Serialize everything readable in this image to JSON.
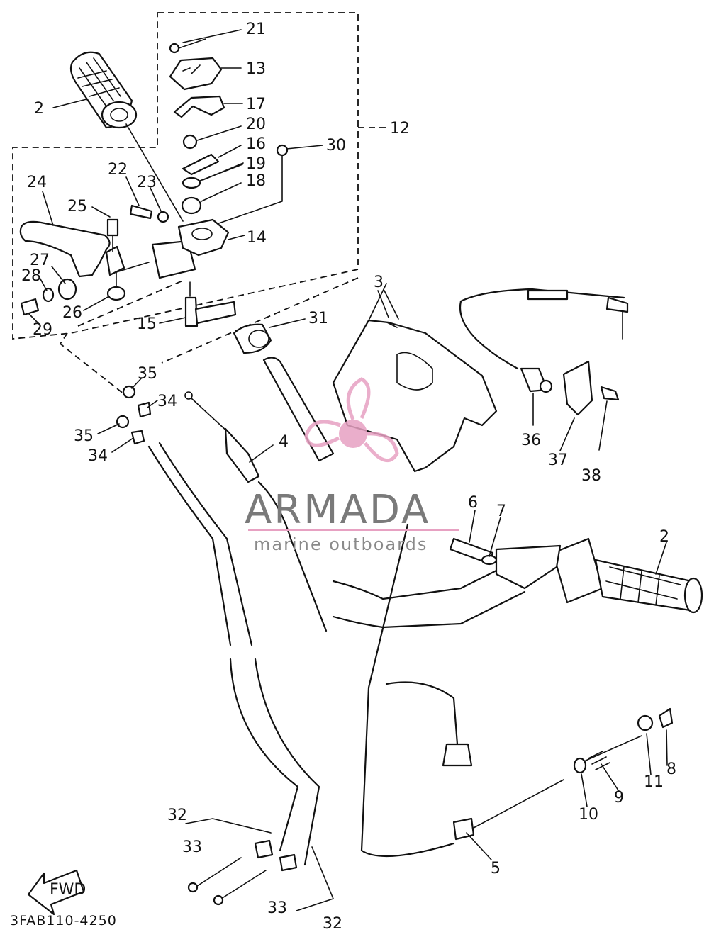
{
  "diagram": {
    "code": "3FAB110-4250",
    "fwd_label": "FWD",
    "callouts": [
      {
        "id": "c2a",
        "text": "2"
      },
      {
        "id": "c2b",
        "text": "2"
      },
      {
        "id": "c3",
        "text": "3"
      },
      {
        "id": "c4",
        "text": "4"
      },
      {
        "id": "c5",
        "text": "5"
      },
      {
        "id": "c6",
        "text": "6"
      },
      {
        "id": "c7",
        "text": "7"
      },
      {
        "id": "c8",
        "text": "8"
      },
      {
        "id": "c9",
        "text": "9"
      },
      {
        "id": "c10",
        "text": "10"
      },
      {
        "id": "c11",
        "text": "11"
      },
      {
        "id": "c12",
        "text": "12"
      },
      {
        "id": "c13",
        "text": "13"
      },
      {
        "id": "c14",
        "text": "14"
      },
      {
        "id": "c15",
        "text": "15"
      },
      {
        "id": "c16",
        "text": "16"
      },
      {
        "id": "c17",
        "text": "17"
      },
      {
        "id": "c18",
        "text": "18"
      },
      {
        "id": "c19",
        "text": "19"
      },
      {
        "id": "c20",
        "text": "20"
      },
      {
        "id": "c21",
        "text": "21"
      },
      {
        "id": "c22",
        "text": "22"
      },
      {
        "id": "c23",
        "text": "23"
      },
      {
        "id": "c24",
        "text": "24"
      },
      {
        "id": "c25",
        "text": "25"
      },
      {
        "id": "c26",
        "text": "26"
      },
      {
        "id": "c27",
        "text": "27"
      },
      {
        "id": "c28",
        "text": "28"
      },
      {
        "id": "c29",
        "text": "29"
      },
      {
        "id": "c30",
        "text": "30"
      },
      {
        "id": "c31",
        "text": "31"
      },
      {
        "id": "c32a",
        "text": "32"
      },
      {
        "id": "c32b",
        "text": "32"
      },
      {
        "id": "c33a",
        "text": "33"
      },
      {
        "id": "c33b",
        "text": "33"
      },
      {
        "id": "c34a",
        "text": "34"
      },
      {
        "id": "c34b",
        "text": "34"
      },
      {
        "id": "c35a",
        "text": "35"
      },
      {
        "id": "c35b",
        "text": "35"
      },
      {
        "id": "c36",
        "text": "36"
      },
      {
        "id": "c37",
        "text": "37"
      },
      {
        "id": "c38",
        "text": "38"
      }
    ]
  },
  "watermark": {
    "brand": "ARMADA",
    "tagline": "marine outboards",
    "colors": {
      "logo": "#e7a1c2",
      "text": "#7a7a7a"
    }
  }
}
